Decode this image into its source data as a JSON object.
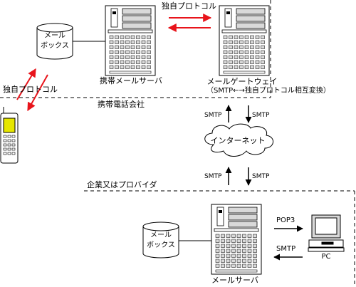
{
  "labels": {
    "mailbox_top_line1": "メール",
    "mailbox_top_line2": "ボックス",
    "mobile_mail_server": "携帯メールサーバ",
    "proprietary_protocol_top": "独自プロトコル",
    "mail_gateway": "メールゲートウェイ",
    "gateway_conversion": "（SMTP←→独自プロトコル相互変換）",
    "proprietary_protocol_left": "独自プロトコル",
    "carrier": "携帯電話会社",
    "smtp_1": "SMTP",
    "smtp_2": "SMTP",
    "internet": "インターネット",
    "smtp_3": "SMTP",
    "smtp_4": "SMTP",
    "company_or_provider": "企業又はプロバイダ",
    "mailbox_bottom_line1": "メール",
    "mailbox_bottom_line2": "ボックス",
    "pop3": "POP3",
    "smtp_5": "SMTP",
    "pc": "PC",
    "mail_server": "メールサーバ"
  },
  "colors": {
    "protocol_arrow": "#e8141b",
    "line": "#000000",
    "server_shade": "#d9d9d9",
    "screen": "#e6e600"
  }
}
